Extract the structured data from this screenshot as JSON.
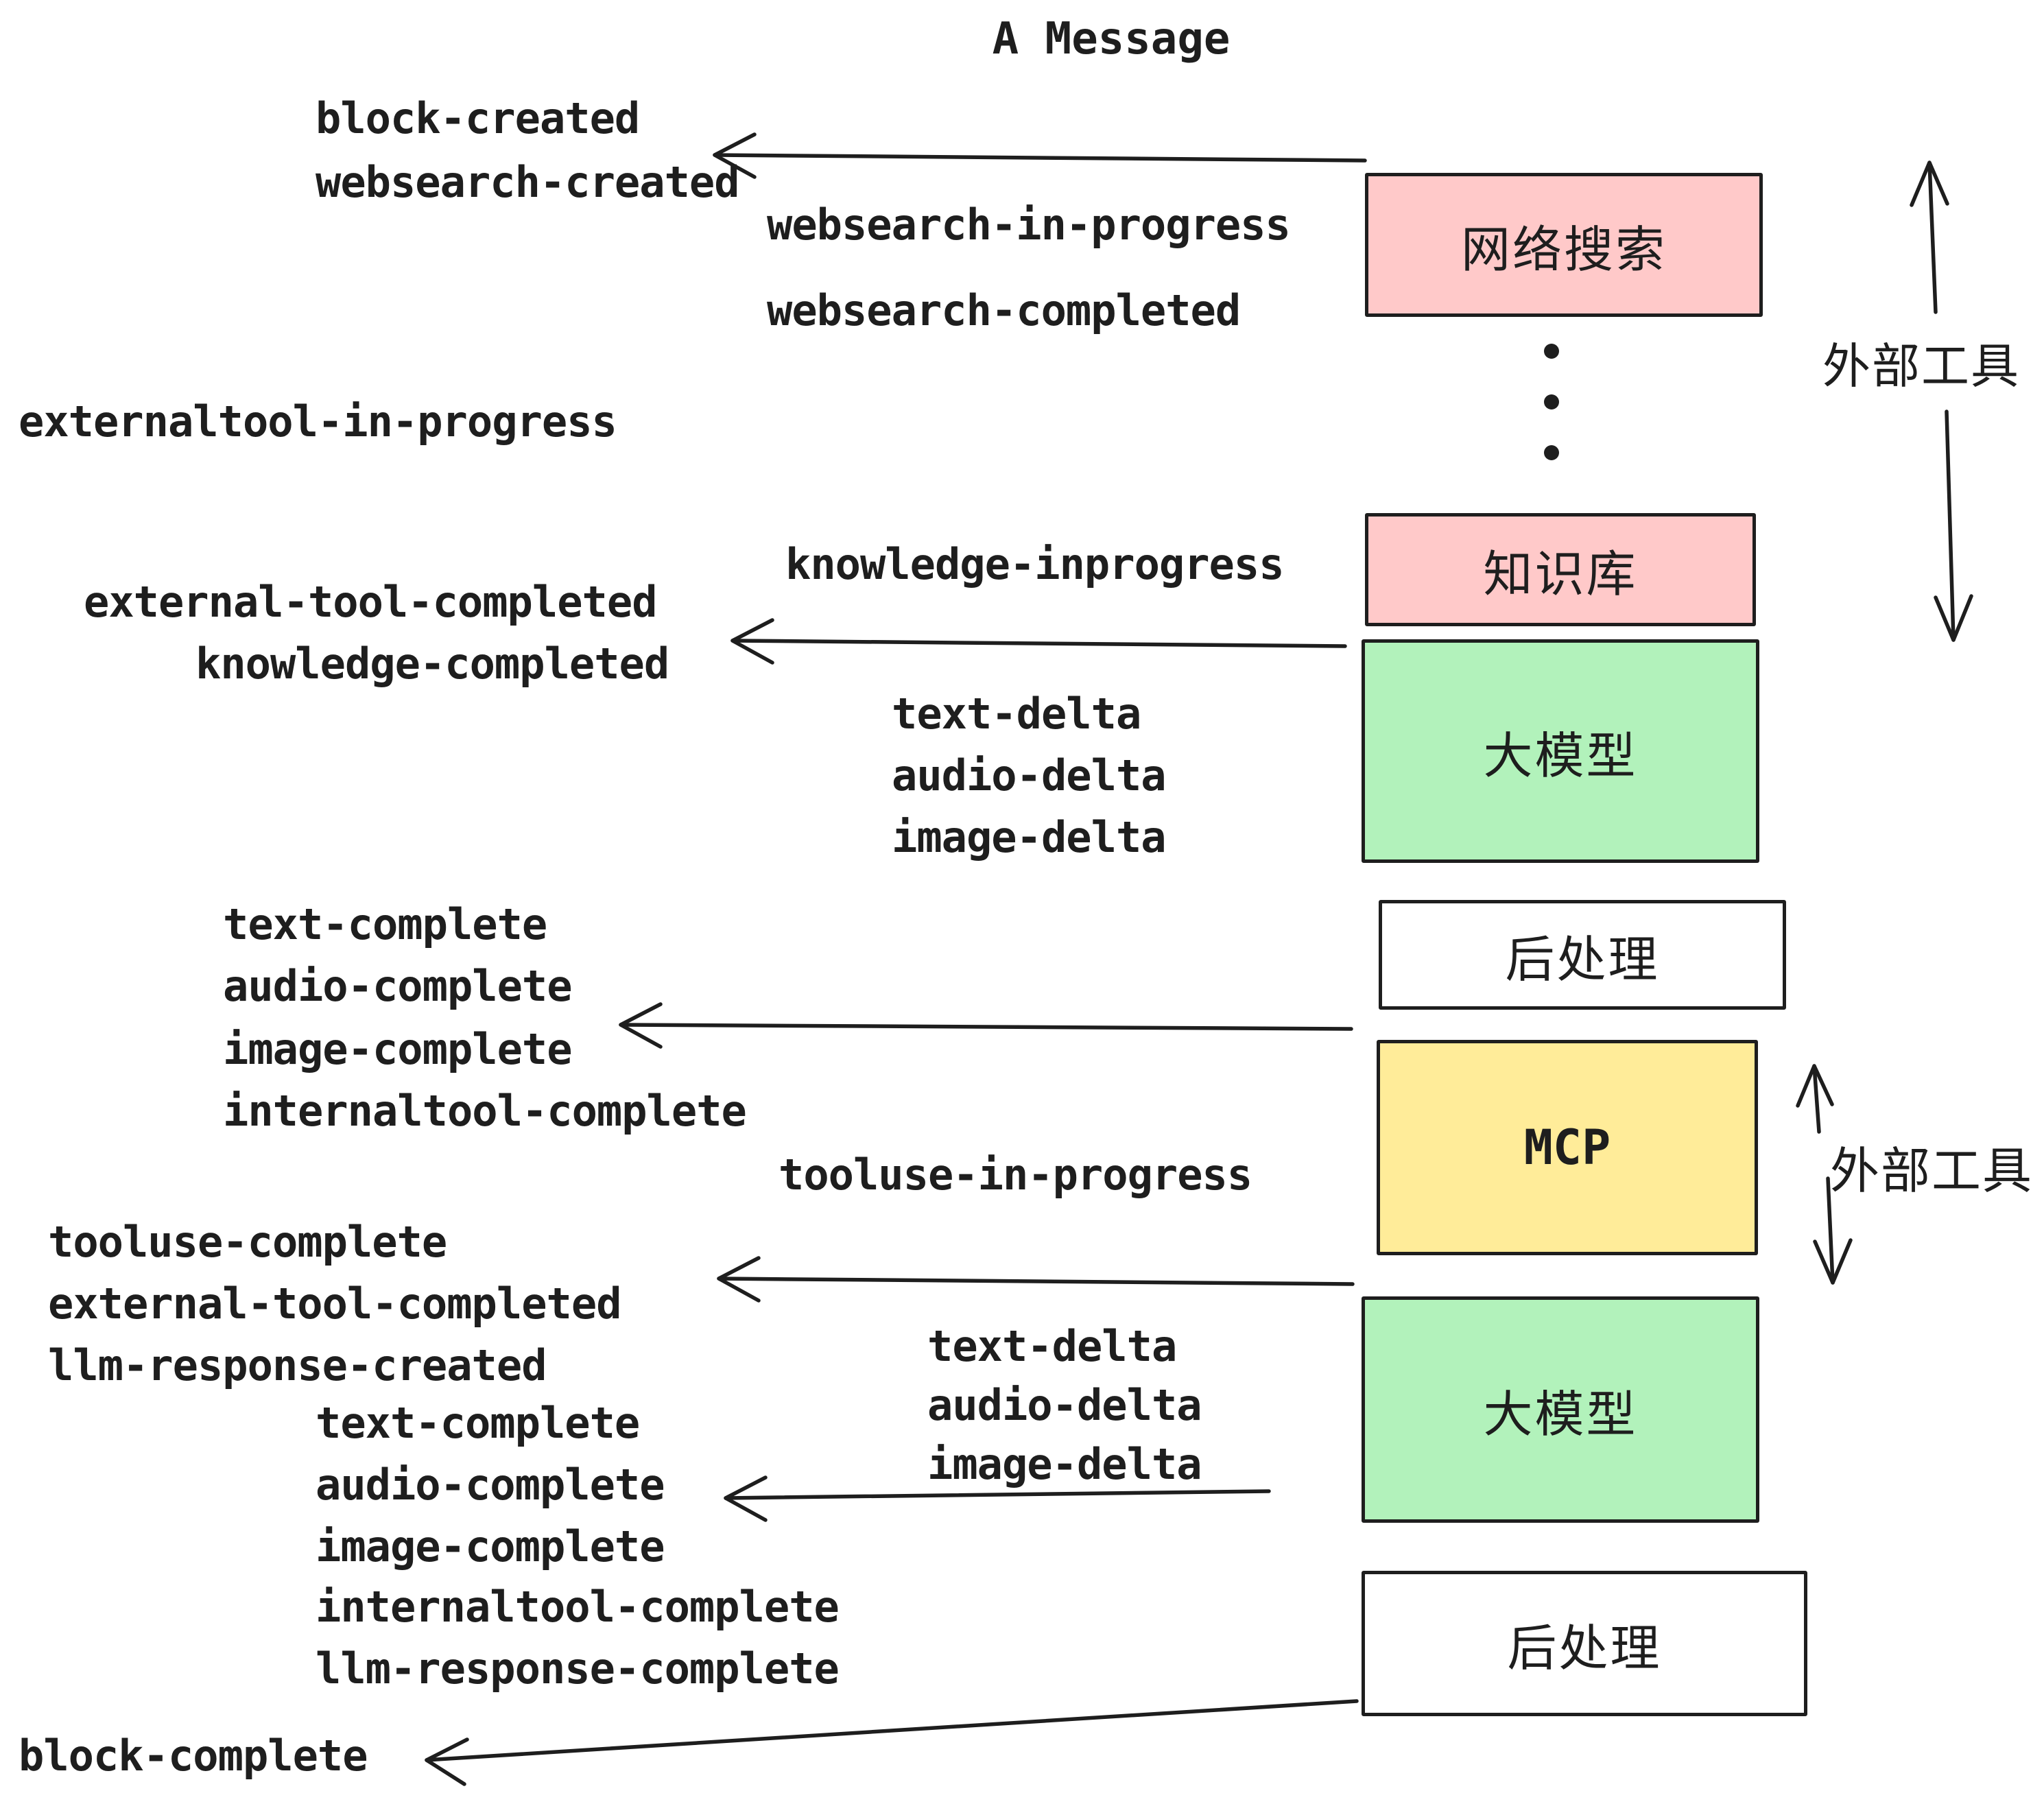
{
  "title": "A Message",
  "colors": {
    "ink": "#1e1e1e",
    "external_tool_box": "#ffc9c9",
    "llm_box": "#b2f2bb",
    "mcp_box": "#ffec99",
    "post_process_box": "#ffffff",
    "background": "#ffffff"
  },
  "diagram": {
    "boxes": [
      {
        "id": "websearch",
        "label": "网络搜索",
        "color": "#ffc9c9"
      },
      {
        "id": "knowledge",
        "label": "知识库",
        "color": "#ffc9c9"
      },
      {
        "id": "llm-1",
        "label": "大模型",
        "color": "#b2f2bb"
      },
      {
        "id": "post-process-1",
        "label": "后处理",
        "color": "#ffffff"
      },
      {
        "id": "mcp",
        "label": "MCP",
        "color": "#ffec99"
      },
      {
        "id": "llm-2",
        "label": "大模型",
        "color": "#b2f2bb"
      },
      {
        "id": "post-process-2",
        "label": "后处理",
        "color": "#ffffff"
      }
    ],
    "side_annotations": [
      {
        "id": "external-tools-top",
        "label": "外部工具"
      },
      {
        "id": "external-tools-mcp",
        "label": "外部工具"
      }
    ],
    "events": [
      {
        "id": "block-created",
        "text": "block-created"
      },
      {
        "id": "websearch-created",
        "text": "websearch-created"
      },
      {
        "id": "websearch-in-progress",
        "text": "websearch-in-progress"
      },
      {
        "id": "websearch-completed",
        "text": "websearch-completed"
      },
      {
        "id": "externaltool-in-progress",
        "text": "externaltool-in-progress"
      },
      {
        "id": "knowledge-inprogress",
        "text": "knowledge-inprogress"
      },
      {
        "id": "external-tool-completed-1",
        "text": "external-tool-completed"
      },
      {
        "id": "knowledge-completed",
        "text": "knowledge-completed"
      },
      {
        "id": "text-delta-1",
        "text": "text-delta"
      },
      {
        "id": "audio-delta-1",
        "text": "audio-delta"
      },
      {
        "id": "image-delta-1",
        "text": "image-delta"
      },
      {
        "id": "text-complete-1",
        "text": "text-complete"
      },
      {
        "id": "audio-complete-1",
        "text": "audio-complete"
      },
      {
        "id": "image-complete-1",
        "text": "image-complete"
      },
      {
        "id": "internaltool-complete-1",
        "text": "internaltool-complete"
      },
      {
        "id": "tooluse-in-progress",
        "text": "tooluse-in-progress"
      },
      {
        "id": "tooluse-complete",
        "text": "tooluse-complete"
      },
      {
        "id": "external-tool-completed-2",
        "text": "external-tool-completed"
      },
      {
        "id": "llm-response-created",
        "text": "llm-response-created"
      },
      {
        "id": "text-delta-2",
        "text": "text-delta"
      },
      {
        "id": "audio-delta-2",
        "text": "audio-delta"
      },
      {
        "id": "image-delta-2",
        "text": "image-delta"
      },
      {
        "id": "text-complete-2",
        "text": "text-complete"
      },
      {
        "id": "audio-complete-2",
        "text": "audio-complete"
      },
      {
        "id": "image-complete-2",
        "text": "image-complete"
      },
      {
        "id": "internaltool-complete-2",
        "text": "internaltool-complete"
      },
      {
        "id": "llm-response-complete",
        "text": "llm-response-complete"
      },
      {
        "id": "block-complete",
        "text": "block-complete"
      }
    ]
  }
}
